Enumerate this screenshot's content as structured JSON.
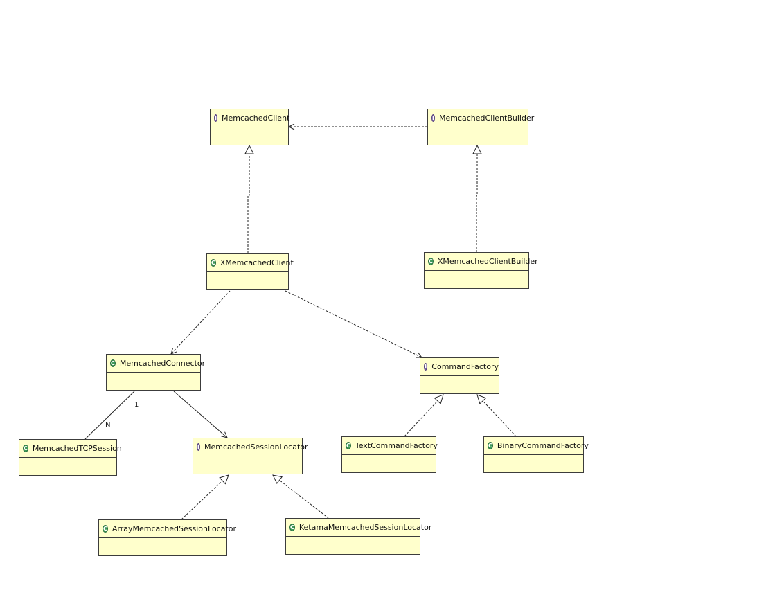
{
  "classes": {
    "memcachedClient": {
      "name": "MemcachedClient",
      "kind": "I"
    },
    "memcachedClientBuilder": {
      "name": "MemcachedClientBuilder",
      "kind": "I"
    },
    "xmemcachedClient": {
      "name": "XMemcachedClient",
      "kind": "C"
    },
    "xmemcachedClientBuilder": {
      "name": "XMemcachedClientBuilder",
      "kind": "C"
    },
    "memcachedConnector": {
      "name": "MemcachedConnector",
      "kind": "C"
    },
    "commandFactory": {
      "name": "CommandFactory",
      "kind": "I"
    },
    "memcachedTCPSession": {
      "name": "MemcachedTCPSession",
      "kind": "C"
    },
    "memcachedSessionLocator": {
      "name": "MemcachedSessionLocator",
      "kind": "I"
    },
    "textCommandFactory": {
      "name": "TextCommandFactory",
      "kind": "C"
    },
    "binaryCommandFactory": {
      "name": "BinaryCommandFactory",
      "kind": "C"
    },
    "arrayMemcachedSessionLocator": {
      "name": "ArrayMemcachedSessionLocator",
      "kind": "C"
    },
    "ketamaMemcachedSessionLocator": {
      "name": "KetamaMemcachedSessionLocator",
      "kind": "C"
    }
  },
  "multiplicities": {
    "connector_end": "1",
    "session_end": "N"
  }
}
